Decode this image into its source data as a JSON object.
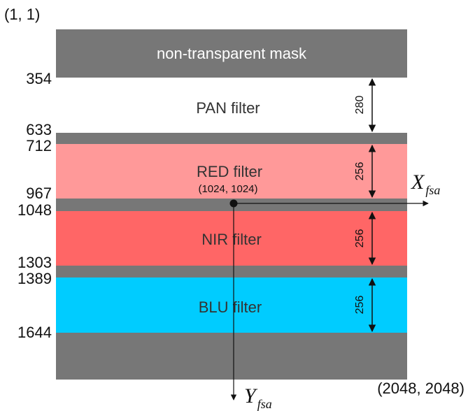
{
  "corner_labels": {
    "top_left": "(1, 1)",
    "bottom_right": "(2048, 2048)"
  },
  "center_point_label": "(1024, 1024)",
  "bands": [
    {
      "id": "mask-top",
      "label": "non-transparent mask",
      "color": "#777777",
      "text_color": "#ffffff"
    },
    {
      "id": "pan",
      "label": "PAN filter",
      "color": "#ffffff",
      "text_color": "#333333"
    },
    {
      "id": "gap-1",
      "label": "",
      "color": "#777777"
    },
    {
      "id": "red",
      "label": "RED filter",
      "color": "#ff9999",
      "text_color": "#333333"
    },
    {
      "id": "gap-2",
      "label": "",
      "color": "#777777"
    },
    {
      "id": "nir",
      "label": "NIR filter",
      "color": "#ff6666",
      "text_color": "#333333"
    },
    {
      "id": "gap-3",
      "label": "",
      "color": "#777777"
    },
    {
      "id": "blu",
      "label": "BLU filter",
      "color": "#00ccff",
      "text_color": "#333333"
    },
    {
      "id": "mask-bottom",
      "label": "",
      "color": "#777777"
    }
  ],
  "row_ticks": [
    "354",
    "633",
    "712",
    "967",
    "1048",
    "1303",
    "1389",
    "1644"
  ],
  "dimensions": [
    {
      "band": "pan",
      "value": "280"
    },
    {
      "band": "red",
      "value": "256"
    },
    {
      "band": "nir",
      "value": "256"
    },
    {
      "band": "blu",
      "value": "256"
    }
  ],
  "axes": {
    "x_main": "X",
    "x_sub": "fsa",
    "y_main": "Y",
    "y_sub": "fsa"
  }
}
